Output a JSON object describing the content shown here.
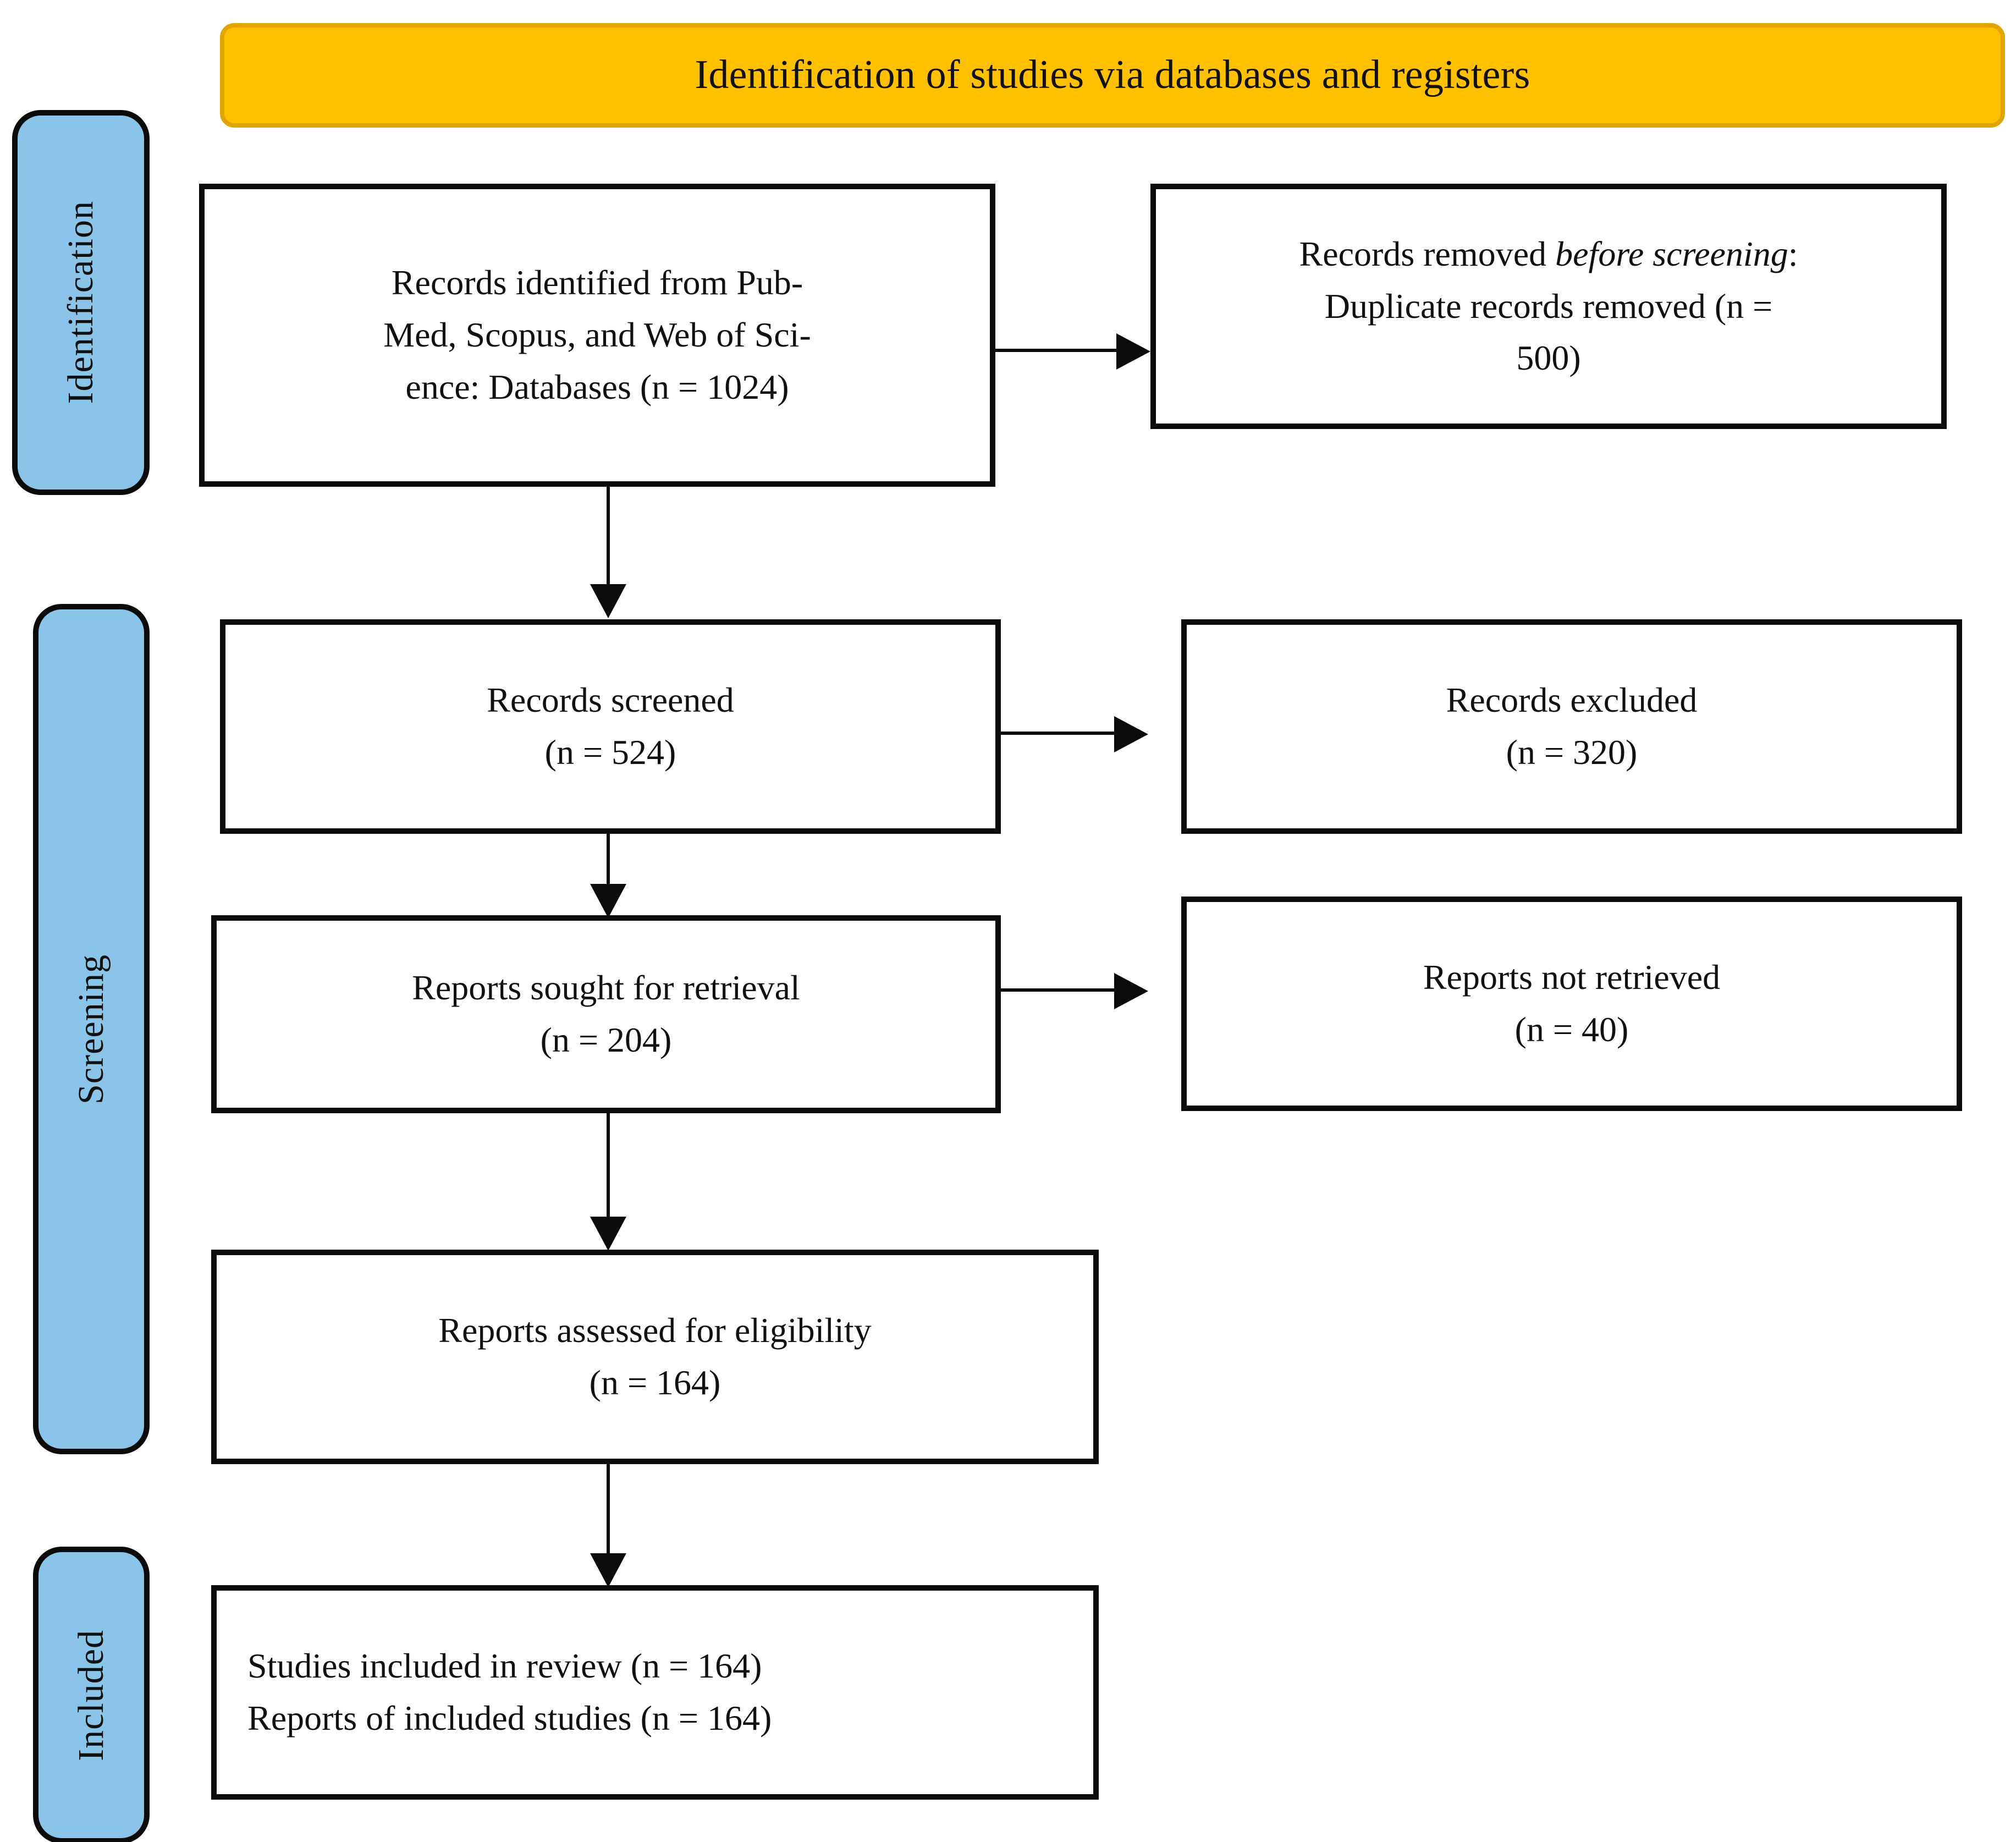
{
  "diagram": {
    "kind": "prisma-2020-flow-diagram",
    "banner": {
      "title": "Identification of studies via databases and registers",
      "bg_color": "#FFC000"
    },
    "stage_color": "#8AC4E8",
    "stages": [
      {
        "id": "identification",
        "label": "Identification"
      },
      {
        "id": "screening",
        "label": "Screening"
      },
      {
        "id": "included",
        "label": "Included"
      }
    ],
    "boxes": {
      "records_identified": {
        "lines": [
          "Records identified from Pub-",
          "Med, Scopus, and Web of Sci-",
          "ence: Databases (n = 1024)"
        ]
      },
      "records_removed": {
        "line1_pre": "Records removed ",
        "line1_italic": "before screening",
        "line1_post": ":",
        "line2": "Duplicate records removed (n =",
        "line3": "500)"
      },
      "records_screened": {
        "line1": "Records screened",
        "line2": "(n = 524)"
      },
      "records_excluded": {
        "line1": "Records excluded",
        "line2": "(n = 320)"
      },
      "reports_sought": {
        "line1": "Reports sought for retrieval",
        "line2": "(n = 204)"
      },
      "reports_not_retrieved": {
        "line1": "Reports not retrieved",
        "line2": "(n = 40)"
      },
      "reports_assessed": {
        "line1": "Reports assessed for eligibility",
        "line2": "(n = 164)"
      },
      "studies_included": {
        "line1": "Studies included in review (n = 164)",
        "line2": "Reports of included studies (n = 164)"
      }
    },
    "flow_counts": {
      "identified_databases": 1024,
      "duplicates_removed": 500,
      "screened": 524,
      "excluded": 320,
      "sought_for_retrieval": 204,
      "not_retrieved": 40,
      "assessed_for_eligibility": 164,
      "studies_included_in_review": 164,
      "reports_of_included_studies": 164
    }
  }
}
